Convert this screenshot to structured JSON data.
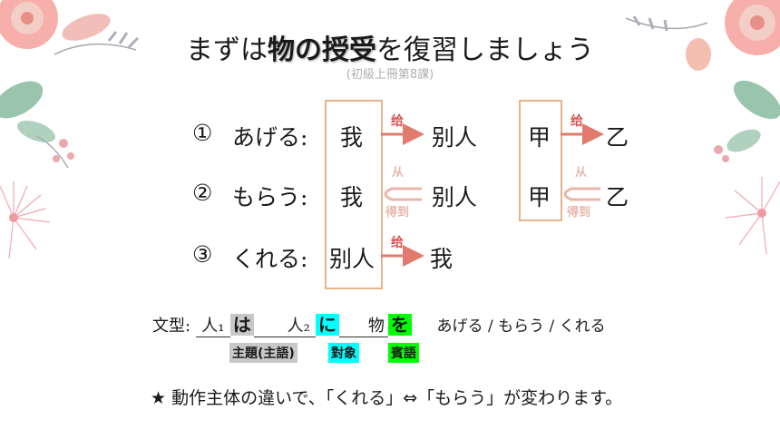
{
  "title": {
    "pre": "まずは",
    "bold": "物の授受",
    "post": "を復習しましょう"
  },
  "subtitle": "(初級上冊第8課)",
  "diagram": {
    "rows": [
      {
        "num": "①",
        "verb": "あげる:",
        "subject": "我",
        "arrow_label": "给",
        "target": "别人"
      },
      {
        "num": "②",
        "verb": "もらう:",
        "subject": "我",
        "arrow_label_top": "从",
        "arrow_label_bottom": "得到",
        "target": "别人"
      },
      {
        "num": "③",
        "verb": "くれる:",
        "subject": "别人",
        "arrow_label": "给",
        "target": "我"
      }
    ],
    "right": [
      {
        "from": "甲",
        "label": "给",
        "to": "乙"
      },
      {
        "from": "甲",
        "label_top": "从",
        "label_bottom": "得到",
        "to": "乙"
      }
    ]
  },
  "pattern": {
    "label": "文型:",
    "person1": "人₁",
    "wa": "は",
    "person2": "人₂",
    "ni": "に",
    "thing": "物",
    "wo": "を",
    "verbs": "あげる / もらう / くれる",
    "tag_topic": "主題(主語)",
    "tag_target": "對象",
    "tag_object": "賓語"
  },
  "note": "★ 動作主体の違いで、「くれる」⇔「もらう」が変わります。",
  "colors": {
    "wa_bg": "#c8c8c8",
    "ni_bg": "#00ffff",
    "wo_bg": "#00ff00",
    "arrow": "#e07b6e",
    "box": "#e7b48a"
  }
}
